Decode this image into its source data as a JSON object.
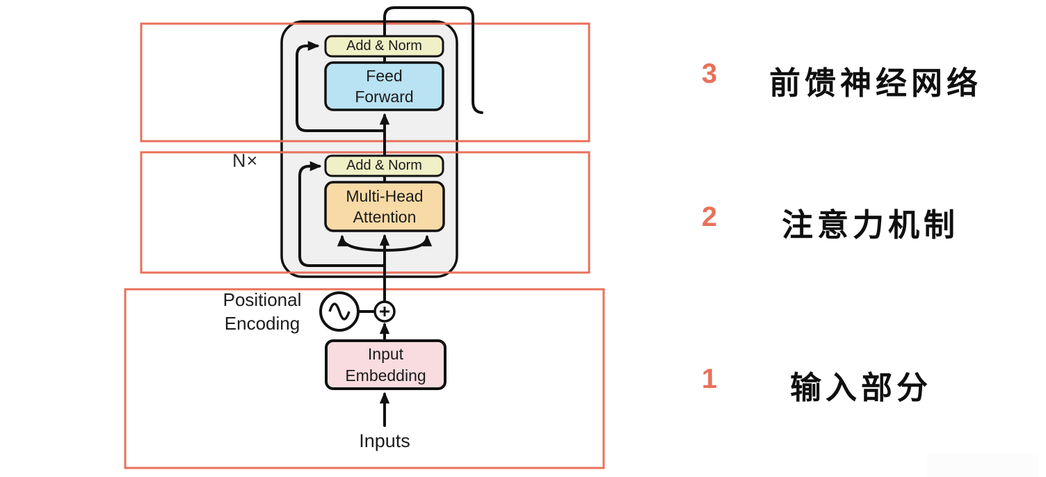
{
  "page": {
    "background": "#FFFFFF"
  },
  "diagram": {
    "encoder_boxes": {
      "add_norm_top": "Add & Norm",
      "feed_forward": {
        "line1": "Feed",
        "line2": "Forward"
      },
      "add_norm_mid": "Add & Norm",
      "multi_head_attention": {
        "line1": "Multi-Head",
        "line2": "Attention"
      },
      "input_embedding": {
        "line1": "Input",
        "line2": "Embedding"
      }
    },
    "labels": {
      "n_times": "N×",
      "positional_encoding": {
        "line1": "Positional",
        "line2": "Encoding"
      },
      "inputs": "Inputs"
    },
    "colors": {
      "add_norm_fill": "#F0F0C6",
      "feed_forward_fill": "#B9E2F2",
      "attention_fill": "#F8DAA6",
      "embedding_fill": "#F8DCDF",
      "encoder_fill": "#F0F0F0",
      "line": "#111111"
    }
  },
  "annotations": {
    "accent": "#E8715A",
    "items": [
      {
        "number": "3",
        "label": "前馈神经网络"
      },
      {
        "number": "2",
        "label": "注意力机制"
      },
      {
        "number": "1",
        "label": "输入部分"
      }
    ]
  }
}
